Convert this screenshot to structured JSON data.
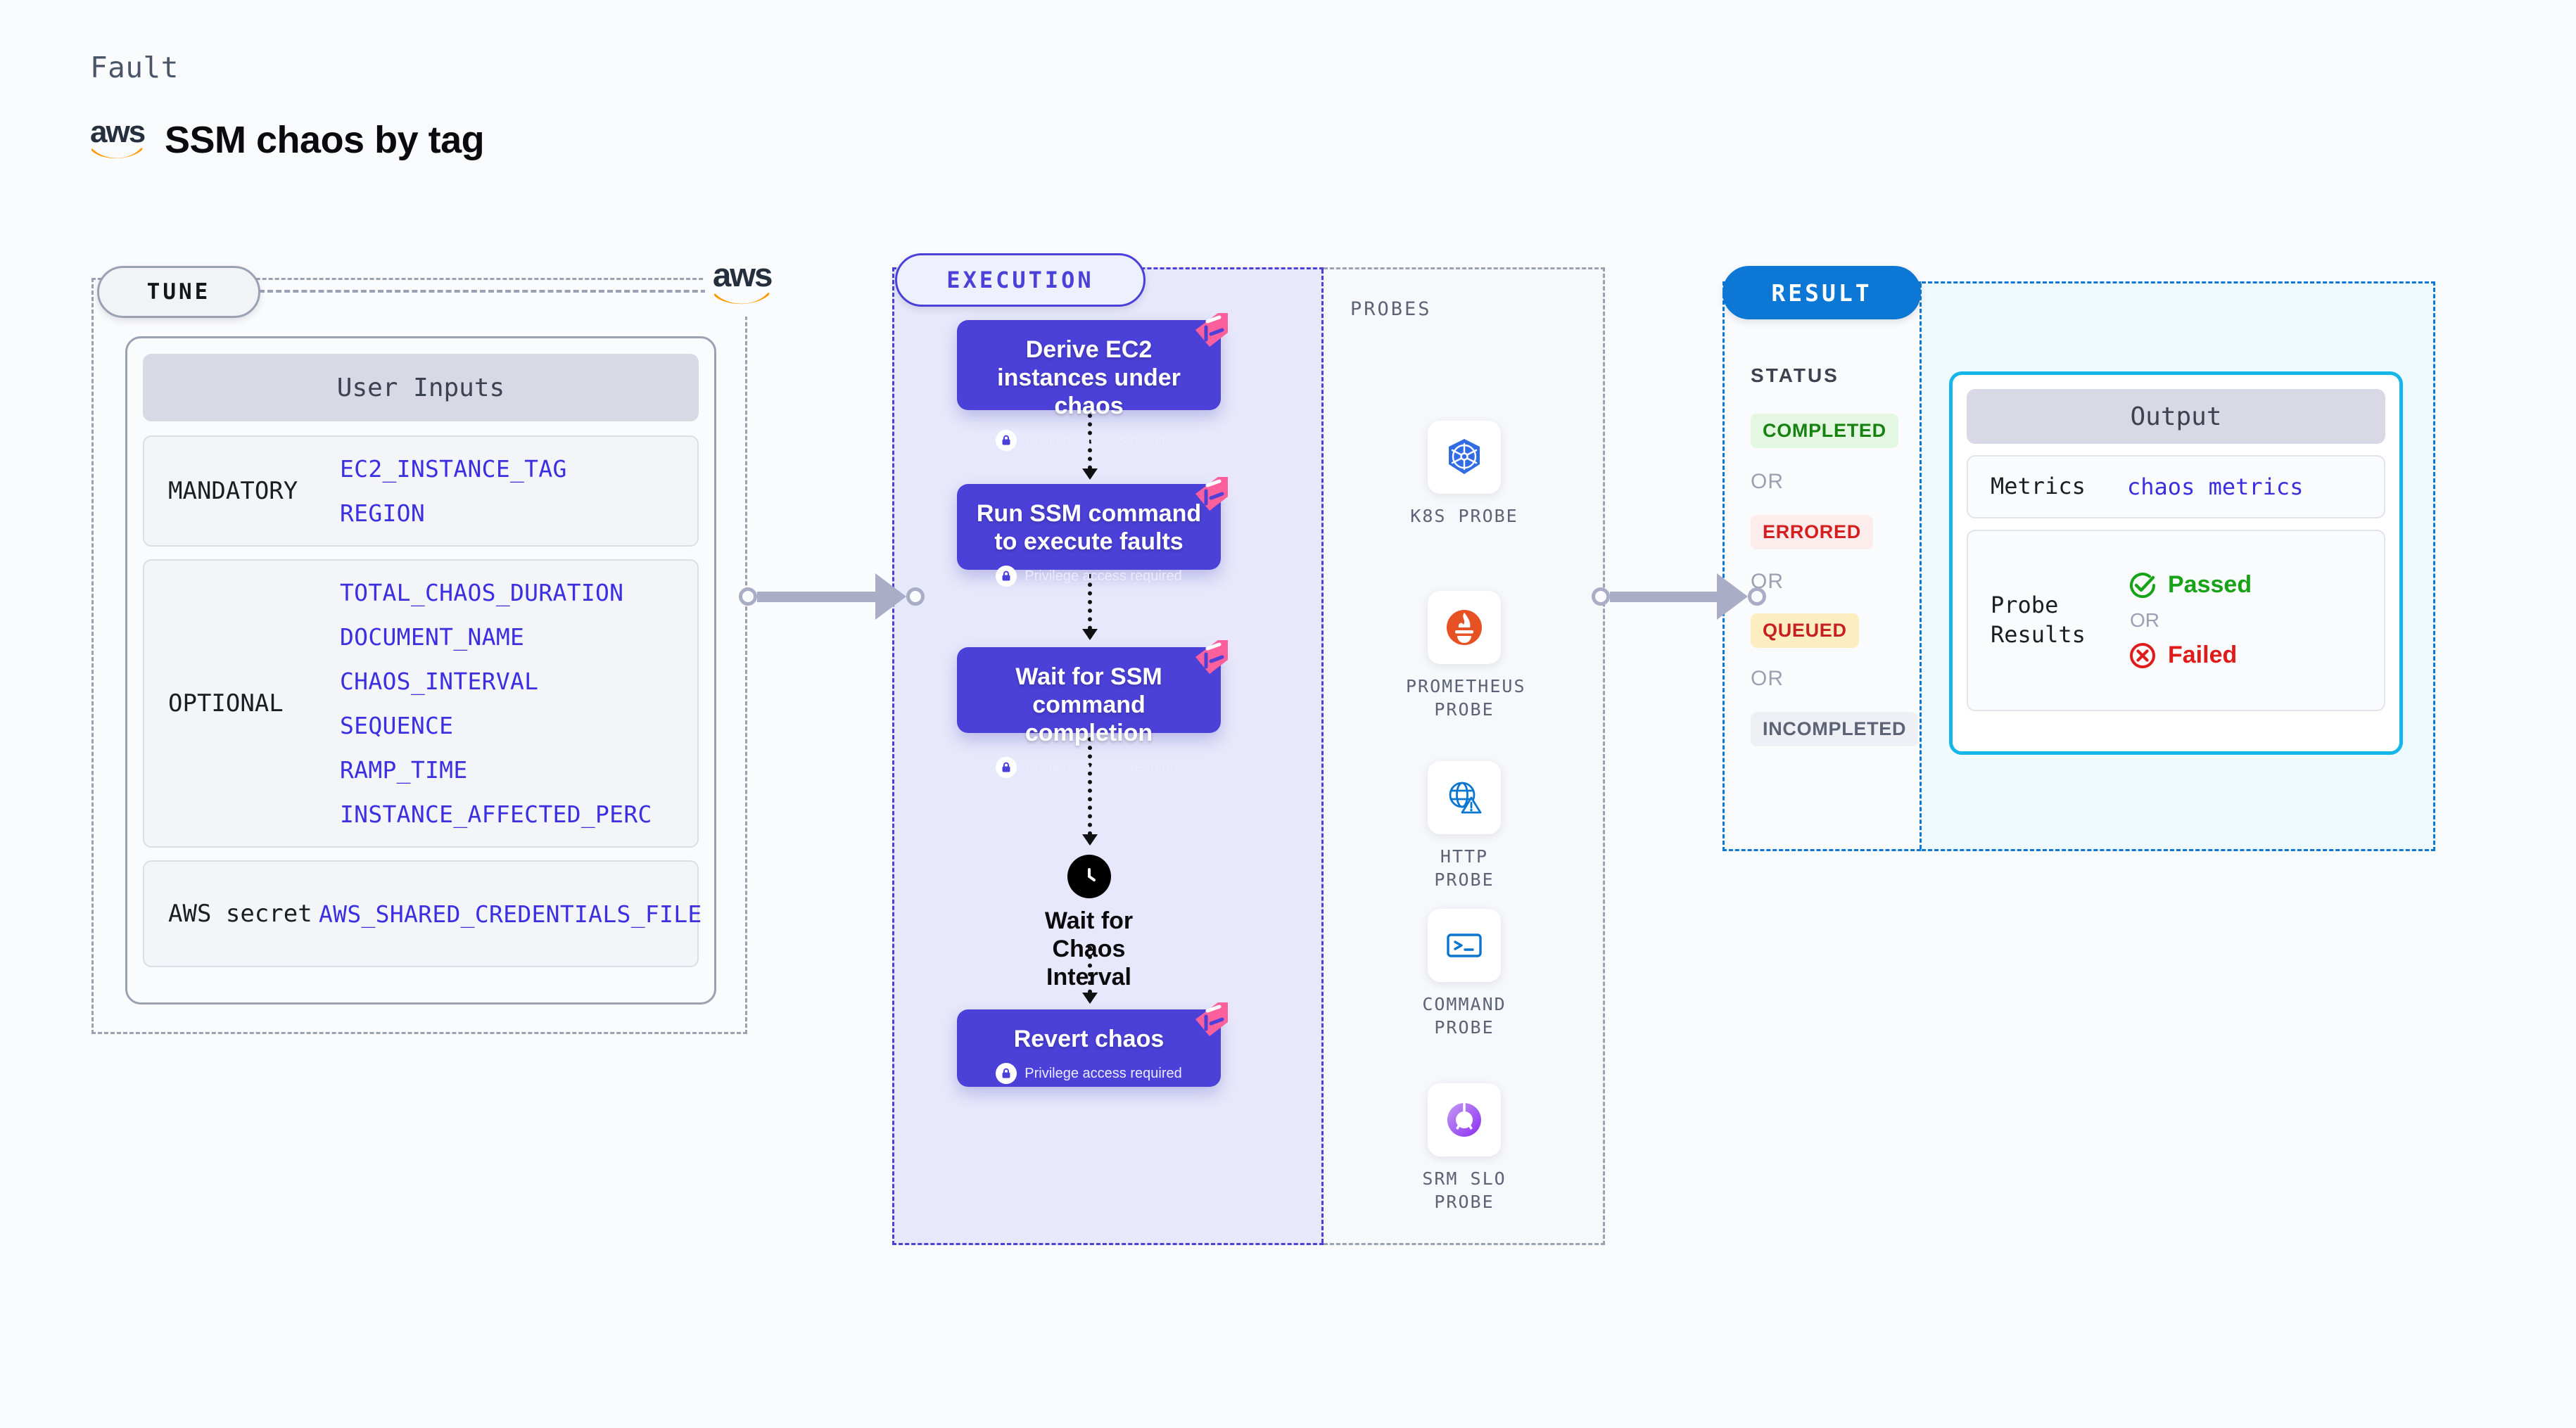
{
  "header": {
    "kicker": "Fault",
    "logo_icon": "aws-logo-icon",
    "title": "SSM chaos by tag"
  },
  "tune": {
    "pill_label": "TUNE",
    "provider_logo_icon": "aws-logo-icon",
    "card_header": "User Inputs",
    "groups": [
      {
        "label": "MANDATORY",
        "values": [
          "EC2_INSTANCE_TAG",
          "REGION"
        ]
      },
      {
        "label": "OPTIONAL",
        "values": [
          "TOTAL_CHAOS_DURATION",
          "DOCUMENT_NAME",
          "CHAOS_INTERVAL",
          "SEQUENCE",
          "RAMP_TIME",
          "INSTANCE_AFFECTED_PERC"
        ]
      },
      {
        "label": "AWS secret",
        "values": [
          "AWS_SHARED_CREDENTIALS_FILE"
        ]
      }
    ]
  },
  "execution": {
    "pill_label": "EXECUTION",
    "privilege_note": "Privilege access required",
    "lock_icon": "lock-icon",
    "badge_icon": "harness-corner-icon",
    "nodes": [
      {
        "title": "Derive EC2 instances under chaos",
        "privileged": true
      },
      {
        "title": "Run SSM command to execute faults",
        "privileged": true
      },
      {
        "title": "Wait for SSM command completion",
        "privileged": true
      },
      {
        "title": "Revert chaos",
        "privileged": true
      }
    ],
    "wait_step": {
      "icon": "clock-icon",
      "label": "Wait for Chaos Interval"
    }
  },
  "probes": {
    "title": "PROBES",
    "items": [
      {
        "name": "K8S PROBE",
        "icon": "kubernetes-icon"
      },
      {
        "name": "PROMETHEUS PROBE",
        "icon": "prometheus-icon"
      },
      {
        "name": "HTTP PROBE",
        "icon": "http-globe-warning-icon"
      },
      {
        "name": "COMMAND PROBE",
        "icon": "terminal-icon"
      },
      {
        "name": "SRM SLO PROBE",
        "icon": "srm-slo-donut-check-icon"
      }
    ]
  },
  "result": {
    "pill_label": "RESULT",
    "status_title": "STATUS",
    "or_label": "OR",
    "statuses": [
      {
        "label": "COMPLETED",
        "bg": "#e4f7e3",
        "fg": "#17820f"
      },
      {
        "label": "ERRORED",
        "bg": "#fdecec",
        "fg": "#d31f1f"
      },
      {
        "label": "QUEUED",
        "bg": "#fdeec2",
        "fg": "#c62020"
      },
      {
        "label": "INCOMPLETED",
        "bg": "#eff0f5",
        "fg": "#5c6375"
      }
    ],
    "output": {
      "header": "Output",
      "metrics_label": "Metrics",
      "metrics_value": "chaos metrics",
      "probe_results_label": "Probe Results",
      "passed_label": "Passed",
      "passed_icon": "check-circle-icon",
      "failed_label": "Failed",
      "failed_icon": "x-circle-icon",
      "or_label": "OR"
    }
  },
  "colors": {
    "execution_accent": "#4b41d8",
    "result_accent": "#0c77d4",
    "output_border": "#17b6e8",
    "tune_accent": "#9aa1b2",
    "connector": "#a9aec6",
    "badge_pink": "#fb5f9c",
    "variable_blue": "#3b2fe0",
    "passed_green": "#17a217",
    "failed_red": "#e01b1b"
  }
}
